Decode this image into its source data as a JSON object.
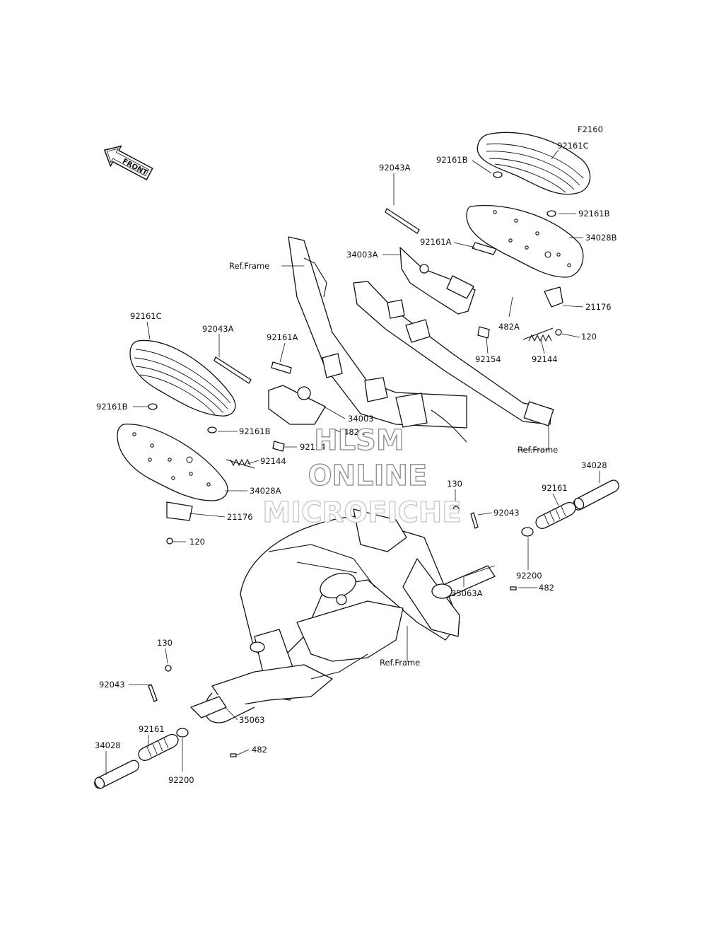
{
  "figure_code": "F2160",
  "front_arrow": {
    "label": "FRONT",
    "icon": "front-direction-arrow-icon"
  },
  "watermark": {
    "line1": "HLSM",
    "line2": "ONLINE",
    "line3": "MICROFICHE"
  },
  "callouts": {
    "r_92161C": "92161C",
    "r_92161B_top": "92161B",
    "r_92043A": "92043A",
    "r_92161B_right": "92161B",
    "r_34028B": "34028B",
    "r_92161A": "92161A",
    "r_34003A": "34003A",
    "r_ref_frame_1": "Ref.Frame",
    "r_21176": "21176",
    "r_482A": "482A",
    "r_120": "120",
    "r_92154": "92154",
    "r_92144": "92144",
    "l_92161C": "92161C",
    "l_92043A": "92043A",
    "l_92161A": "92161A",
    "l_34003": "34003",
    "l_482A": "482A",
    "l_92161B_1": "92161B",
    "l_92161B_2": "92161B",
    "l_92154": "92154",
    "l_92144": "92144",
    "l_34028A": "34028A",
    "l_21176": "21176",
    "l_120": "120",
    "ref_frame_2": "Ref.Frame",
    "ref_frame_3": "Ref.Frame",
    "rp_34028": "34028",
    "rp_92161": "92161",
    "rp_130": "130",
    "rp_92043": "92043",
    "rp_92200": "92200",
    "rp_482": "482",
    "rp_35063A": "35063A",
    "lp_130": "130",
    "lp_92043": "92043",
    "lp_35063": "35063",
    "lp_92161": "92161",
    "lp_34028": "34028",
    "lp_92200": "92200",
    "lp_482": "482"
  }
}
